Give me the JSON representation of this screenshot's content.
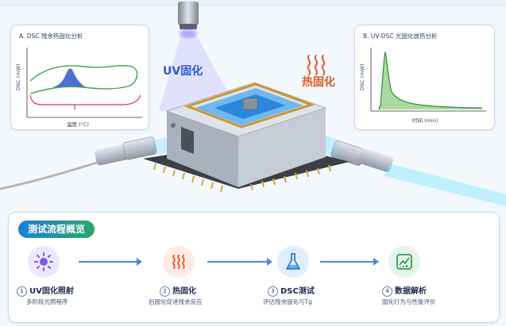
{
  "chart_a": {
    "title": "A. DSC 残余热固化分析",
    "xlabel": "温度 (°C)",
    "ylabel": "DSC (mW)"
  },
  "chart_b": {
    "title": "B. UV-DSC 光固化放热分析",
    "xlabel": "时间 (min)",
    "ylabel": "DSC (mW)"
  },
  "device": {
    "uv_label": "UV固化",
    "heat_label": "热固化"
  },
  "flow": {
    "title": "测试流程概览",
    "steps": [
      {
        "num": "1",
        "title": "UV固化照射",
        "sub": "多阶段光照程序",
        "icon": "uv-sun-icon",
        "color": "#7b5be0"
      },
      {
        "num": "2",
        "title": "热固化",
        "sub": "后固化促进残余反应",
        "icon": "heat-waves-icon",
        "color": "#e85a2a"
      },
      {
        "num": "3",
        "title": "DSC测试",
        "sub": "评估残余固化与Tg",
        "icon": "flask-icon",
        "color": "#2b7bd9"
      },
      {
        "num": "4",
        "title": "数据解析",
        "sub": "固化行为与性能评价",
        "icon": "chart-analysis-icon",
        "color": "#2f9b56"
      }
    ]
  },
  "colors": {
    "accent_blue": "#2a5bd7",
    "accent_orange": "#e2571f",
    "curve_green": "#3aa64a",
    "curve_magenta": "#d6337a",
    "peak_blue": "#3a5fd0"
  }
}
